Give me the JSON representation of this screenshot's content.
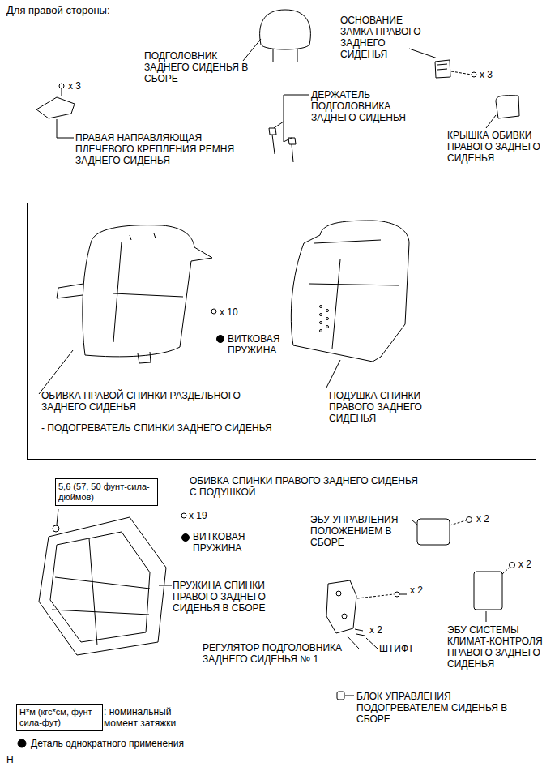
{
  "diagram": {
    "title": "Для правой стороны:",
    "nodes": [
      {
        "text": [
          "ОБИВКА СПИНКИ ПРАВОГО ЗАДНЕГО СИДЕНЬЯ С ПОДУШКОЙ",
          "x 10",
          "ВИТКОВАЯ ПРУЖИНА",
          "ОБИВКА ПРАВОЙ СПИНКИ РАЗДЕЛЬНОГО ЗАДНЕГО СИДЕНЬЯ",
          "- ПОДОГРЕВАТЕЛЬ СПИНКИ ЗАДНЕГО СИДЕНЬЯ",
          "ПОДУШКА СПИНКИ ПРАВОГО ЗАДНЕГО СИДЕНЬЯ"
        ]
      },
      {
        "text": [
          "5,6 (57, 50 фунт-сила-дюймов)"
        ]
      },
      {
        "text": [
          "Н*м (кгс*см, фунт-сила-фут)"
        ]
      }
    ],
    "labels": [
      "ПОДГОЛОВНИК ЗАДНЕГО СИДЕНЬЯ В СБОРЕ",
      "x 3",
      "ПРАВАЯ НАПРАВЛЯЮЩАЯ ПЛЕЧЕВОГО КРЕПЛЕНИЯ РЕМНЯ ЗАДНЕГО СИДЕНЬЯ",
      "ДЕРЖАТЕЛЬ ПОДГОЛОВНИКА ЗАДНЕГО СИДЕНЬЯ",
      "ОСНОВАНИЕ ЗАМКА ПРАВОГО ЗАДНЕГО СИДЕНЬЯ",
      "x 3",
      "КРЫШКА ОБИВКИ ПРАВОГО ЗАДНЕГО СИДЕНЬЯ",
      "x 19",
      "ВИТКОВАЯ ПРУЖИНА",
      "ПРУЖИНА СПИНКИ ПРАВОГО ЗАДНЕГО СИДЕНЬЯ В СБОРЕ",
      "ЭБУ УПРАВЛЕНИЯ ПОЛОЖЕНИЕМ В СБОРЕ",
      "x 2",
      "x 2",
      "ЭБУ СИСТЕМЫ КЛИМАТ-КОНТРОЛЯ ПРАВОГО ЗАДНЕГО СИДЕНЬЯ",
      "x 2",
      "x 2",
      "ШТИФТ",
      "РЕГУЛЯТОР ПОДГОЛОВНИКА ЗАДНЕГО СИДЕНЬЯ № 1",
      "БЛОК УПРАВЛЕНИЯ ПОДОГРЕВАТЕЛЕМ СИДЕНЬЯ В СБОРЕ",
      "Н"
    ],
    "legend": [
      {
        "text": ": номинальный момент затяжки"
      },
      {
        "text": "Деталь однократного применения"
      }
    ]
  }
}
